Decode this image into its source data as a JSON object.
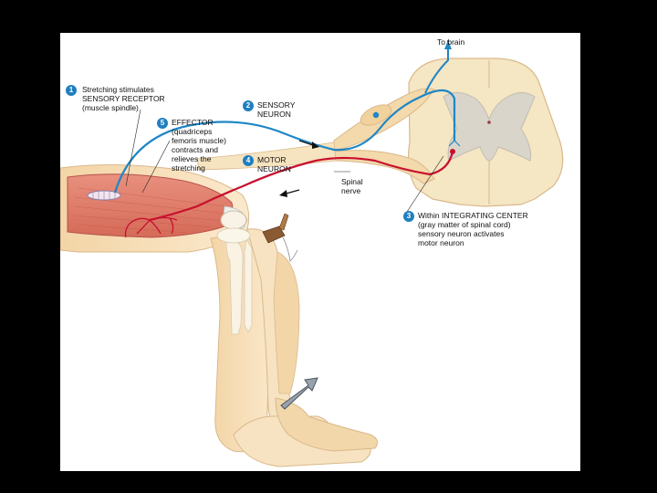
{
  "labels": {
    "to_brain": "To brain",
    "step1": {
      "number": "1",
      "lines": [
        "Stretching stimulates",
        "SENSORY RECEPTOR",
        "(muscle spindle)"
      ]
    },
    "step2": {
      "number": "2",
      "lines": [
        "SENSORY",
        "NEURON"
      ]
    },
    "step3": {
      "number": "3",
      "lines": [
        "Within INTEGRATING CENTER",
        "(gray matter of spinal cord)",
        "sensory neuron activates",
        "motor neuron"
      ]
    },
    "step4": {
      "number": "4",
      "lines": [
        "MOTOR",
        "NEURON"
      ]
    },
    "step5": {
      "number": "5",
      "lines": [
        "EFFECTOR",
        "(quadriceps",
        "femoris muscle)",
        "contracts and",
        "relieves the",
        "stretching"
      ]
    },
    "spinal_nerve": [
      "Spinal",
      "nerve"
    ]
  },
  "colors": {
    "background": "#000000",
    "panel": "#ffffff",
    "sensory_neuron": "#1e86c6",
    "motor_neuron": "#c8102e",
    "muscle": "#e07a6a",
    "skin": "#f6ddb4",
    "spinal_cord": "#f5e6c4",
    "gray_matter": "#d9d5cb",
    "badge": "#1f7fc1"
  },
  "icons": [
    "arrow-up-icon",
    "arrow-right-icon",
    "arrow-left-icon",
    "arrow-up-right-icon"
  ]
}
